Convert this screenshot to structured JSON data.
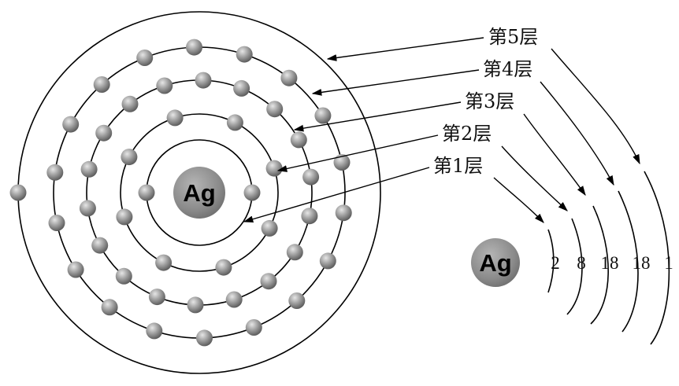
{
  "atom": {
    "symbol": "Ag",
    "shells": [
      {
        "label": "第1层",
        "electrons": 2
      },
      {
        "label": "第2层",
        "electrons": 8
      },
      {
        "label": "第3层",
        "electrons": 18
      },
      {
        "label": "第4层",
        "electrons": 18
      },
      {
        "label": "第5层",
        "electrons": 1
      }
    ]
  },
  "colors": {
    "electron": "#8a8a8a",
    "nucleus": "#8a8a8a",
    "line": "#000000"
  }
}
